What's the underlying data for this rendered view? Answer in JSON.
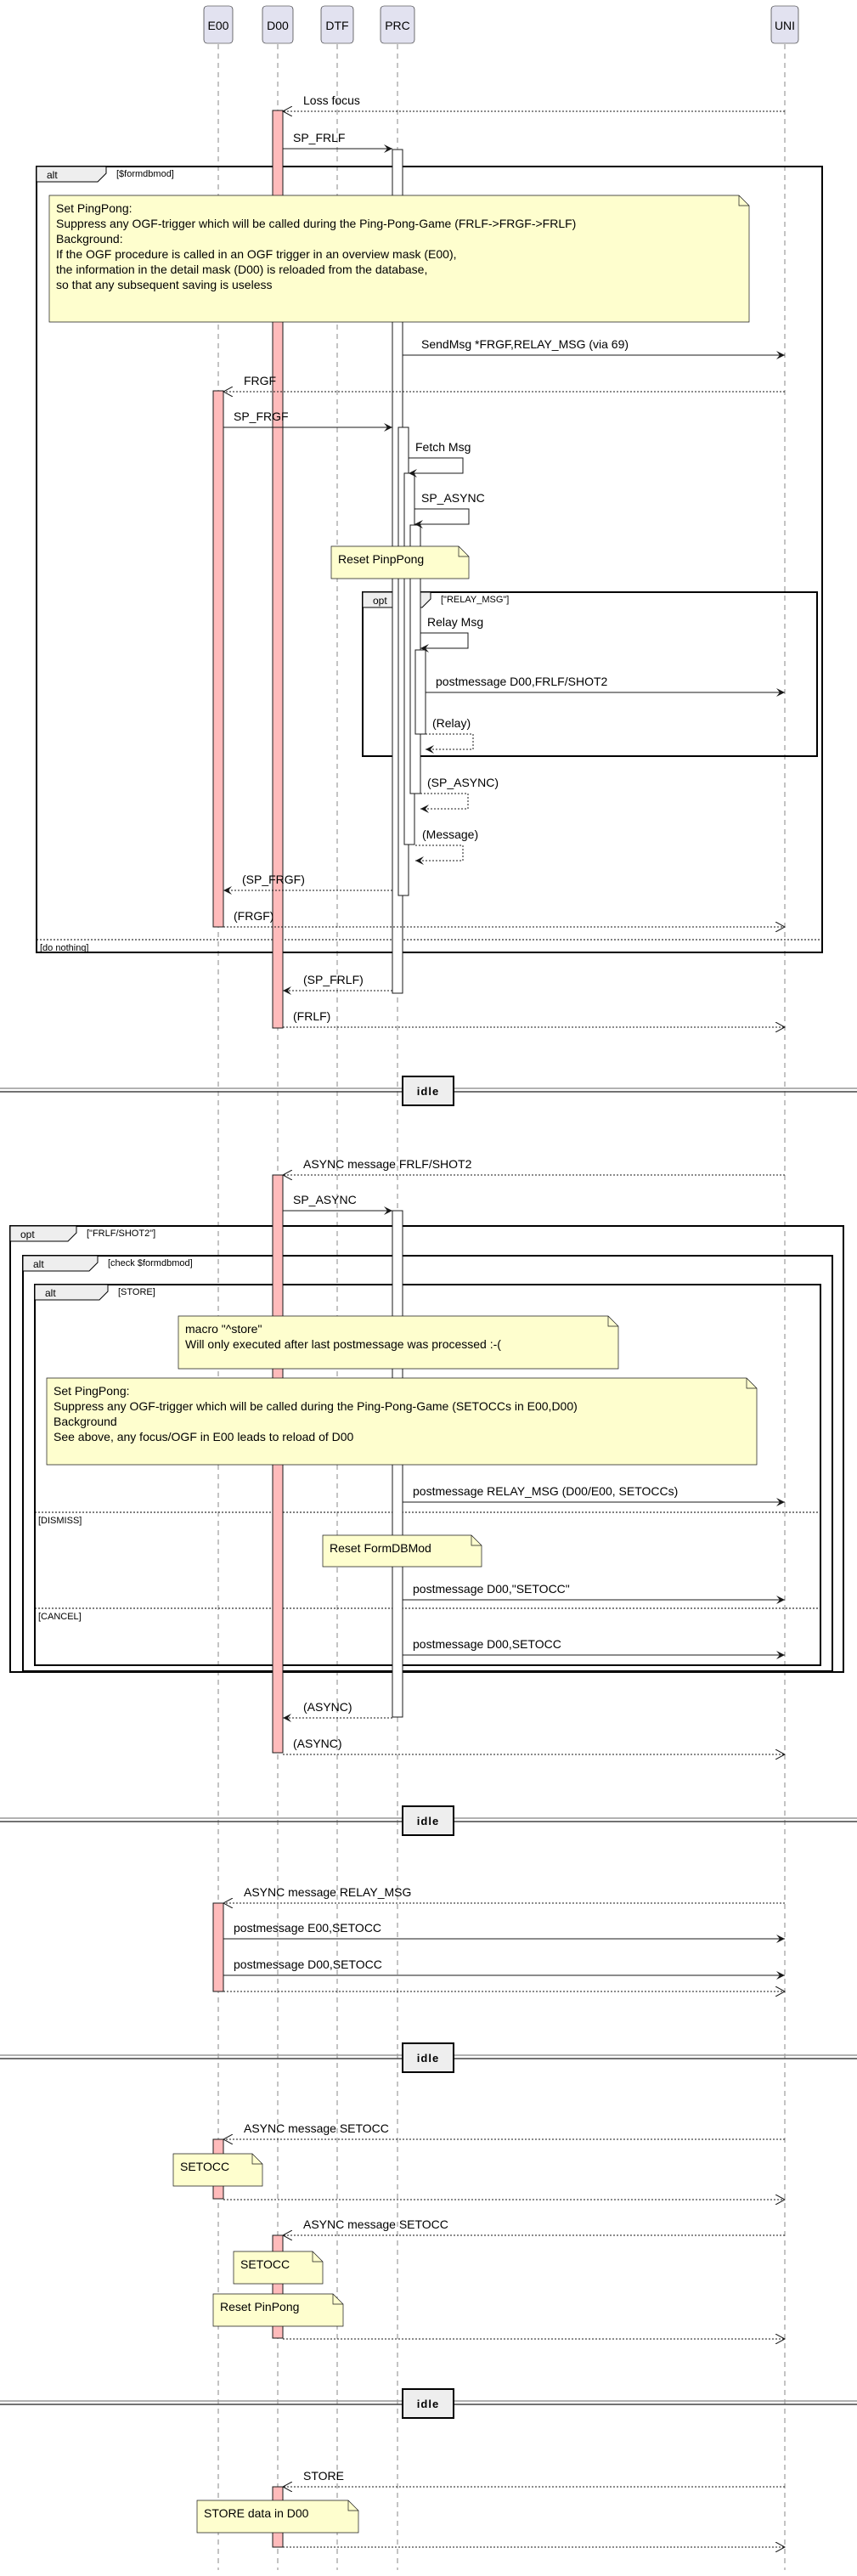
{
  "participants": [
    {
      "id": "E00",
      "label": "E00"
    },
    {
      "id": "D00",
      "label": "D00"
    },
    {
      "id": "DTF",
      "label": "DTF"
    },
    {
      "id": "PRC",
      "label": "PRC"
    },
    {
      "id": "UNI",
      "label": "UNI"
    }
  ],
  "colors": {
    "participant_fill": "#E2E2F0",
    "participant_border": "#181818",
    "activation_red": "#FFBBBB",
    "activation_white": "#FFFFFF",
    "note_fill": "#FEFECE",
    "group_header_fill": "#EEEEEE",
    "line": "#181818"
  },
  "messages": [
    {
      "id": "m1",
      "from": "UNI",
      "to": "D00",
      "label": "Loss focus",
      "style": "async-dotted"
    },
    {
      "id": "m2",
      "from": "D00",
      "to": "PRC",
      "label": "SP_FRLF",
      "style": "sync"
    },
    {
      "id": "m3",
      "from": "PRC",
      "to": "UNI",
      "label": "SendMsg *FRGF,RELAY_MSG (via 69)",
      "style": "sync"
    },
    {
      "id": "m4",
      "from": "UNI",
      "to": "E00",
      "label": "FRGF",
      "style": "async-dotted"
    },
    {
      "id": "m5",
      "from": "E00",
      "to": "PRC",
      "label": "SP_FRGF",
      "style": "sync"
    },
    {
      "id": "m6",
      "from": "PRC",
      "to": "PRC",
      "label": "Fetch Msg",
      "style": "self"
    },
    {
      "id": "m7",
      "from": "PRC",
      "to": "PRC",
      "label": "SP_ASYNC",
      "style": "self"
    },
    {
      "id": "m8",
      "from": "PRC",
      "to": "PRC",
      "label": "Relay Msg",
      "style": "self"
    },
    {
      "id": "m9",
      "from": "PRC",
      "to": "UNI",
      "label": "postmessage D00,FRLF/SHOT2",
      "style": "sync"
    },
    {
      "id": "m10",
      "from": "PRC",
      "to": "PRC",
      "label": "(Relay)",
      "style": "self-return"
    },
    {
      "id": "m11",
      "from": "PRC",
      "to": "PRC",
      "label": "(SP_ASYNC)",
      "style": "self-return"
    },
    {
      "id": "m12",
      "from": "PRC",
      "to": "PRC",
      "label": "(Message)",
      "style": "self-return"
    },
    {
      "id": "m13",
      "from": "PRC",
      "to": "E00",
      "label": "(SP_FRGF)",
      "style": "return"
    },
    {
      "id": "m14",
      "from": "E00",
      "to": "UNI",
      "label": "(FRGF)",
      "style": "async-dotted"
    },
    {
      "id": "m15",
      "from": "PRC",
      "to": "D00",
      "label": "(SP_FRLF)",
      "style": "return"
    },
    {
      "id": "m16",
      "from": "D00",
      "to": "UNI",
      "label": "(FRLF)",
      "style": "async-dotted"
    },
    {
      "id": "m17",
      "from": "UNI",
      "to": "D00",
      "label": "ASYNC message FRLF/SHOT2",
      "style": "async-dotted"
    },
    {
      "id": "m18",
      "from": "D00",
      "to": "PRC",
      "label": "SP_ASYNC",
      "style": "sync"
    },
    {
      "id": "m19",
      "from": "PRC",
      "to": "UNI",
      "label": "postmessage RELAY_MSG (D00/E00, SETOCCs)",
      "style": "sync"
    },
    {
      "id": "m20",
      "from": "PRC",
      "to": "UNI",
      "label": "postmessage D00,\"SETOCC\"",
      "style": "sync"
    },
    {
      "id": "m21",
      "from": "PRC",
      "to": "UNI",
      "label": "postmessage D00,SETOCC",
      "style": "sync"
    },
    {
      "id": "m22",
      "from": "PRC",
      "to": "D00",
      "label": "(ASYNC)",
      "style": "return"
    },
    {
      "id": "m23",
      "from": "D00",
      "to": "UNI",
      "label": "(ASYNC)",
      "style": "async-dotted"
    },
    {
      "id": "m24",
      "from": "UNI",
      "to": "E00",
      "label": "ASYNC message RELAY_MSG",
      "style": "async-dotted"
    },
    {
      "id": "m25",
      "from": "E00",
      "to": "UNI",
      "label": "postmessage E00,SETOCC",
      "style": "sync"
    },
    {
      "id": "m26",
      "from": "E00",
      "to": "UNI",
      "label": "postmessage D00,SETOCC",
      "style": "sync"
    },
    {
      "id": "m27",
      "from": "E00",
      "to": "UNI",
      "label": "",
      "style": "async-dotted"
    },
    {
      "id": "m28",
      "from": "UNI",
      "to": "E00",
      "label": "ASYNC message SETOCC",
      "style": "async-dotted"
    },
    {
      "id": "m29",
      "from": "E00",
      "to": "UNI",
      "label": "",
      "style": "async-dotted"
    },
    {
      "id": "m30",
      "from": "UNI",
      "to": "D00",
      "label": "ASYNC message SETOCC",
      "style": "async-dotted"
    },
    {
      "id": "m31",
      "from": "D00",
      "to": "UNI",
      "label": "",
      "style": "async-dotted"
    },
    {
      "id": "m32",
      "from": "UNI",
      "to": "D00",
      "label": "STORE",
      "style": "async-dotted"
    },
    {
      "id": "m33",
      "from": "D00",
      "to": "UNI",
      "label": "",
      "style": "async-dotted"
    }
  ],
  "notes": {
    "n1": [
      "Set PingPong:",
      "Suppress any OGF-trigger which will be called during the Ping-Pong-Game (FRLF->FRGF->FRLF)",
      "Background:",
      "If the OGF procedure is called in an OGF trigger in an overview mask (E00),",
      "the information in the detail mask (D00) is reloaded from the database,",
      "so that any subsequent saving is useless"
    ],
    "n2": [
      "Reset PinpPong"
    ],
    "n3": [
      "macro \"^store\"",
      "Will only executed after last postmessage was processed :-("
    ],
    "n4": [
      "Set PingPong:",
      "Suppress any OGF-trigger which will be called during the Ping-Pong-Game (SETOCCs in E00,D00)",
      "Background",
      "See above, any focus/OGF in E00 leads to reload of D00"
    ],
    "n5": [
      "Reset FormDBMod"
    ],
    "n6": [
      "SETOCC"
    ],
    "n7": [
      "SETOCC"
    ],
    "n8": [
      "Reset PinPong"
    ],
    "n9": [
      "STORE data in D00"
    ]
  },
  "fragments": {
    "g1": {
      "kind": "alt",
      "guard": "[$formdbmod]",
      "else": [
        "[do nothing]"
      ]
    },
    "g2": {
      "kind": "opt",
      "guard": "[\"RELAY_MSG\"]",
      "else": []
    },
    "g3": {
      "kind": "opt",
      "guard": "[\"FRLF/SHOT2\"]",
      "else": []
    },
    "g4": {
      "kind": "alt",
      "guard": "[check $formdbmod]",
      "else": []
    },
    "g5": {
      "kind": "alt",
      "guard": "[STORE]",
      "else": [
        "[DISMISS]",
        "[CANCEL]"
      ]
    }
  },
  "dividers": [
    "idle",
    "idle",
    "idle",
    "idle"
  ]
}
